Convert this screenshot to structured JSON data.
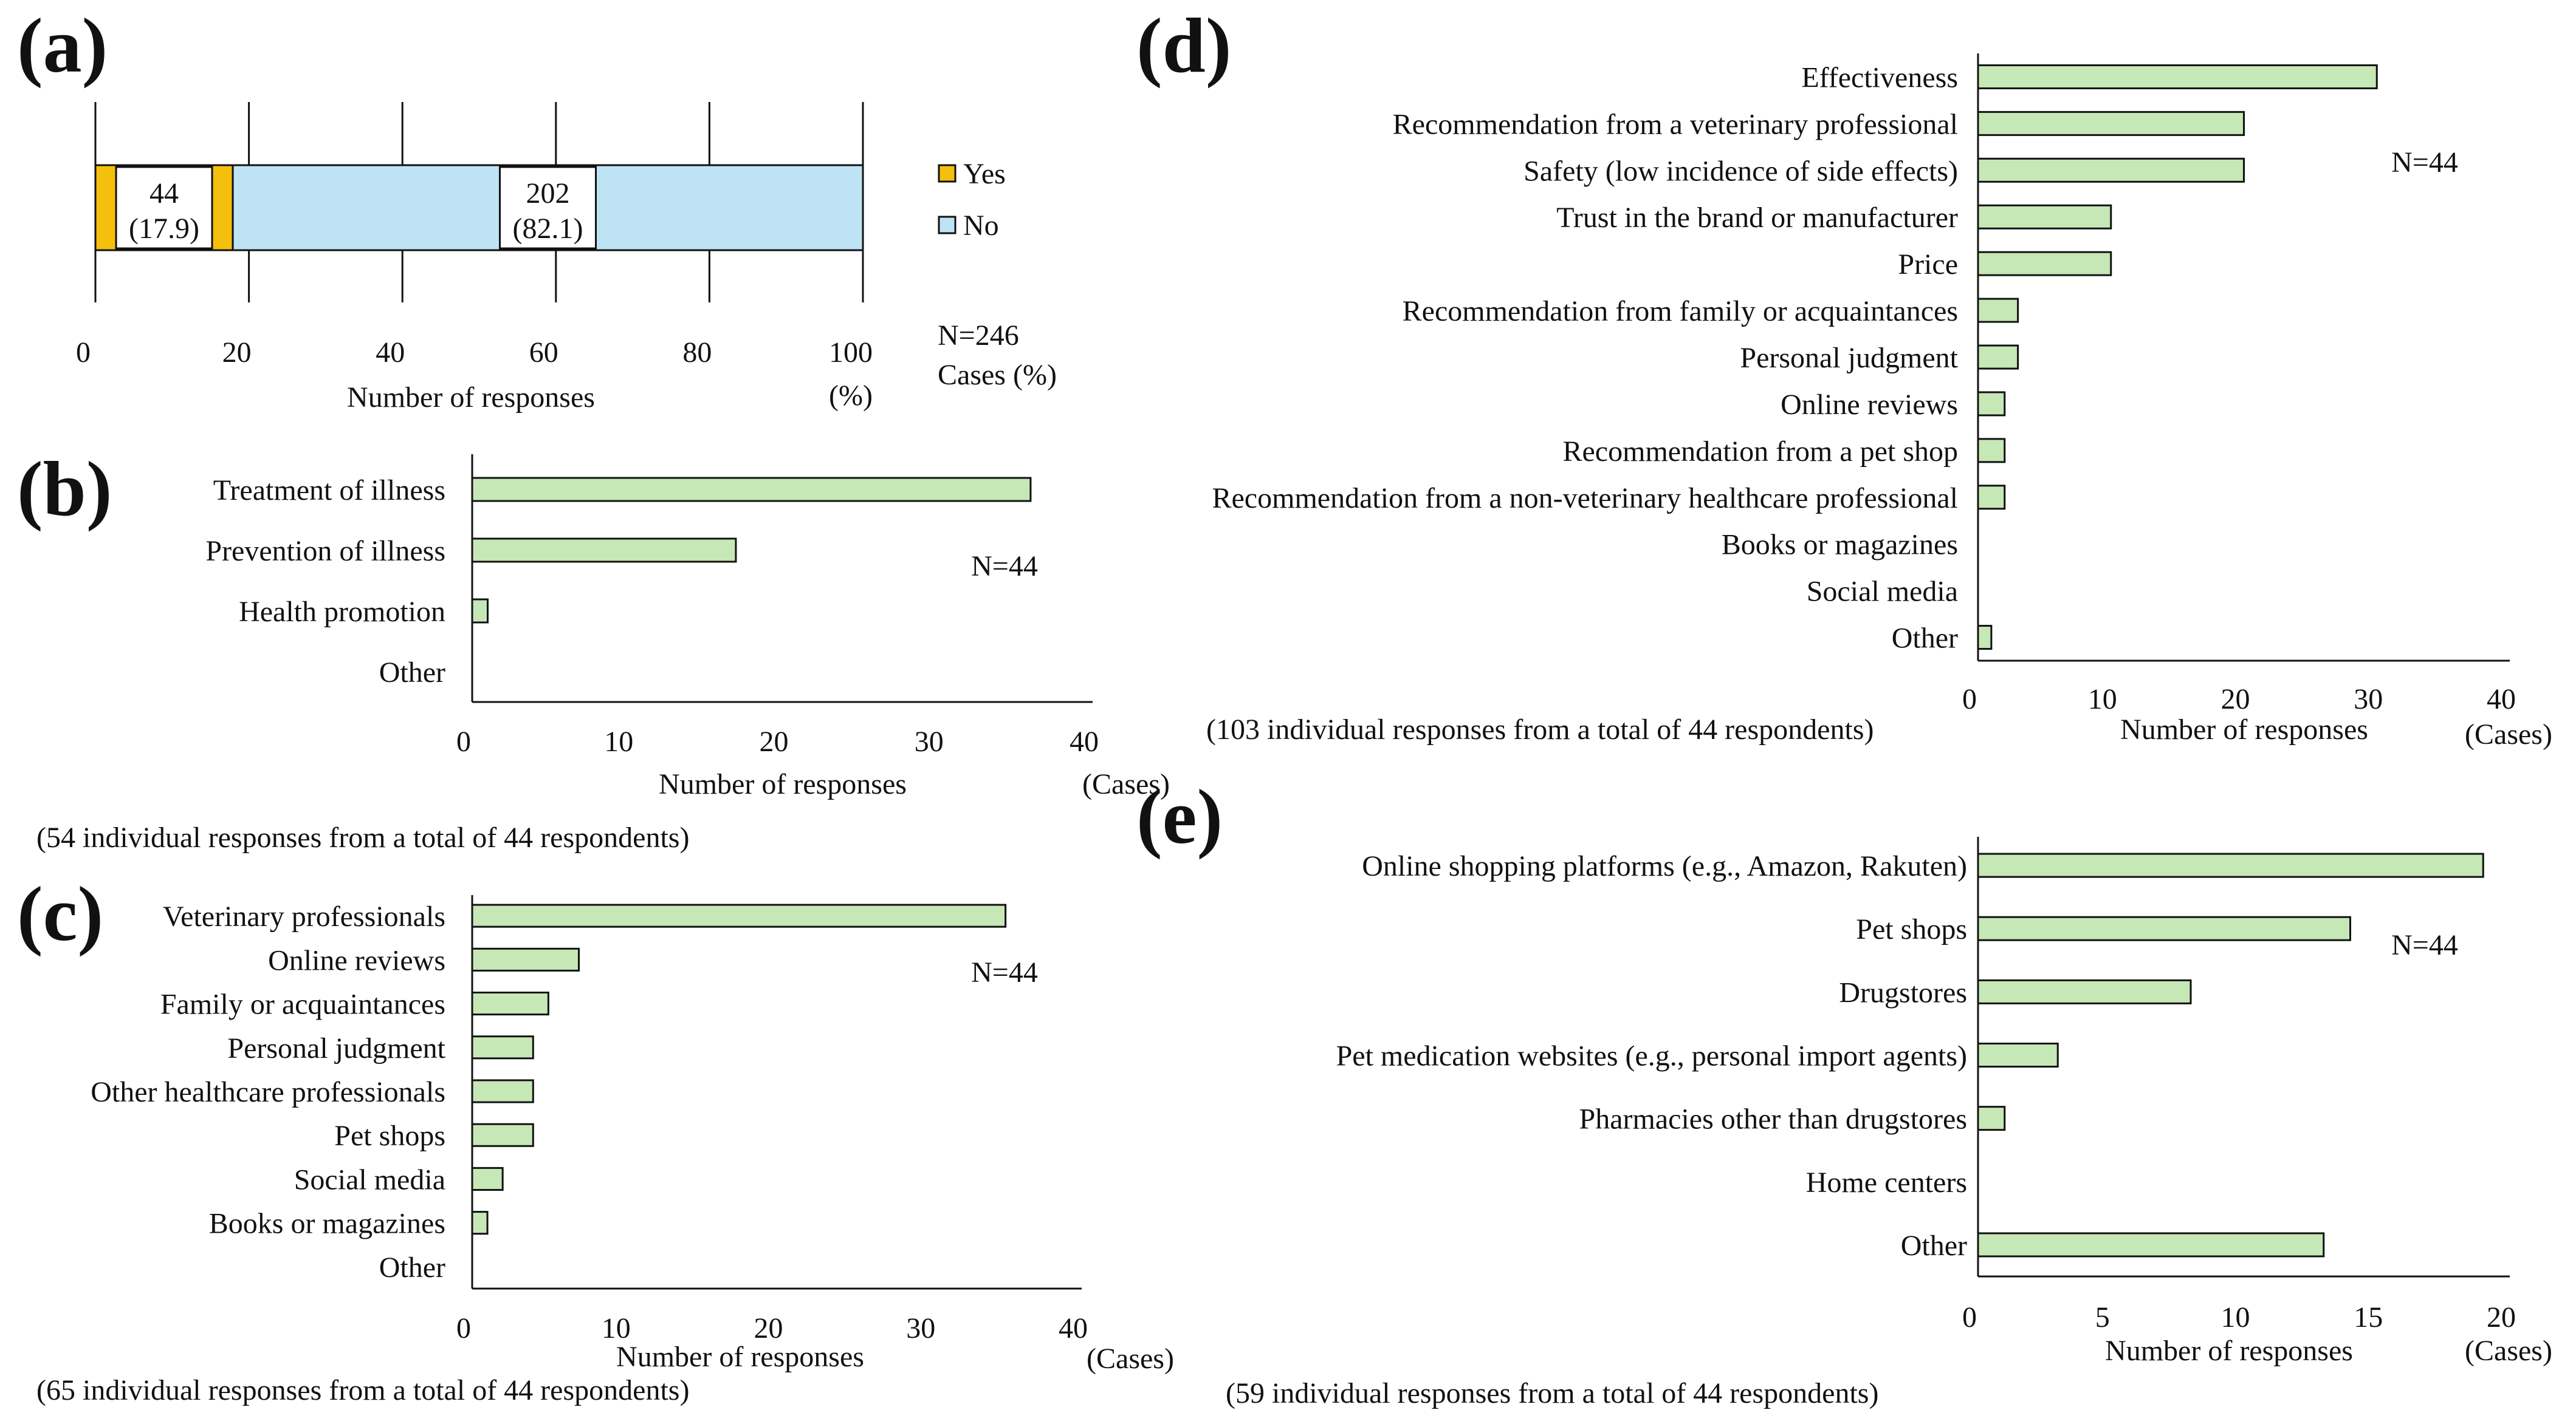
{
  "colors": {
    "bar_green": "#c6e7b6",
    "yes": "#f5bf0e",
    "no": "#bee3f4",
    "axis": "#111111"
  },
  "chart_data": [
    {
      "panel": "(a)",
      "type": "bar",
      "stacked": true,
      "orientation": "horizontal",
      "xlim": [
        0,
        100
      ],
      "xticks": [
        "0",
        "20",
        "40",
        "60",
        "80",
        "100"
      ],
      "xlabel": "Number of responses",
      "xunit": "(%)",
      "series": [
        {
          "name": "Yes",
          "color": "#f5bf0e",
          "value": 17.9,
          "label_count": "44",
          "label_pct": "(17.9)"
        },
        {
          "name": "No",
          "color": "#bee3f4",
          "value": 82.1,
          "label_count": "202",
          "label_pct": "(82.1)"
        }
      ],
      "n_text": "N=246",
      "cases_text": "Cases (%)",
      "legend_position": "right"
    },
    {
      "panel": "(b)",
      "type": "bar",
      "orientation": "horizontal",
      "categories": [
        "Treatment of illness",
        "Prevention of illness",
        "Health promotion",
        "Other"
      ],
      "values": [
        36,
        17,
        1,
        0
      ],
      "xlim": [
        0,
        40
      ],
      "xticks": [
        "0",
        "10",
        "20",
        "30",
        "40"
      ],
      "xlabel": "Number of responses",
      "xunit": "(Cases)",
      "n_text": "N=44",
      "note": "(54 individual responses from a total of 44 respondents)"
    },
    {
      "panel": "(c)",
      "type": "bar",
      "orientation": "horizontal",
      "categories": [
        "Veterinary professionals",
        "Online reviews",
        "Family or acquaintances",
        "Personal judgment",
        "Other healthcare professionals",
        "Pet shops",
        "Social media",
        "Books or magazines",
        "Other"
      ],
      "values": [
        35,
        7,
        5,
        4,
        4,
        4,
        2,
        1,
        0
      ],
      "xlim": [
        0,
        40
      ],
      "xticks": [
        "0",
        "10",
        "20",
        "30",
        "40"
      ],
      "xlabel": "Number of responses",
      "xunit": "(Cases)",
      "n_text": "N=44",
      "note": "(65 individual responses from a total of 44 respondents)"
    },
    {
      "panel": "(d)",
      "type": "bar",
      "orientation": "horizontal",
      "categories": [
        "Effectiveness",
        "Recommendation from a veterinary professional",
        "Safety (low incidence of side effects)",
        "Trust in the brand or manufacturer",
        "Price",
        "Recommendation from family or acquaintances",
        "Personal judgment",
        "Online reviews",
        "Recommendation from a pet shop",
        "Recommendation from a non-veterinary healthcare professional",
        "Books or magazines",
        "Social media",
        "Other"
      ],
      "values": [
        30,
        20,
        20,
        10,
        10,
        3,
        3,
        2,
        2,
        2,
        0,
        0,
        1
      ],
      "xlim": [
        0,
        40
      ],
      "xticks": [
        "0",
        "10",
        "20",
        "30",
        "40"
      ],
      "xlabel": "Number of responses",
      "xunit": "(Cases)",
      "n_text": "N=44",
      "note": "(103 individual responses from a total of 44 respondents)"
    },
    {
      "panel": "(e)",
      "type": "bar",
      "orientation": "horizontal",
      "categories": [
        "Online shopping platforms (e.g., Amazon, Rakuten)",
        "Pet shops",
        "Drugstores",
        "Pet medication websites (e.g., personal import agents)",
        "Pharmacies other than drugstores",
        "Home centers",
        "Other"
      ],
      "values": [
        19,
        14,
        8,
        3,
        1,
        0,
        13
      ],
      "xlim": [
        0,
        20
      ],
      "xticks": [
        "0",
        "5",
        "10",
        "15",
        "20"
      ],
      "xlabel": "Number of responses",
      "xunit": "(Cases)",
      "n_text": "N=44",
      "note": "(59 individual responses from a total of 44 respondents)"
    }
  ]
}
